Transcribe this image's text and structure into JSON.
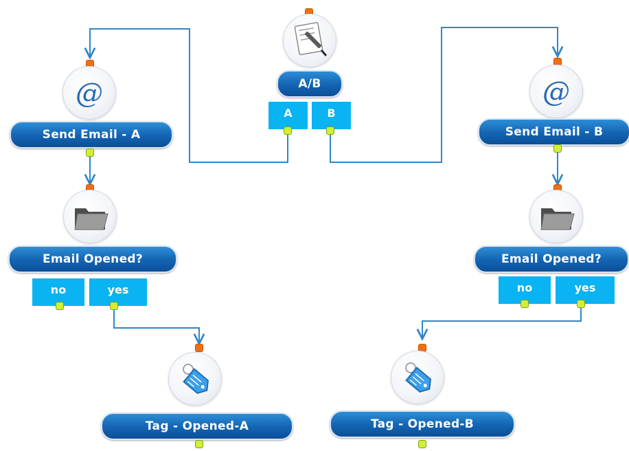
{
  "nodes": {
    "ab_split": {
      "label": "A/B",
      "icon": "notepad-pen-icon"
    },
    "send_email_a": {
      "label": "Send Email - A",
      "icon": "at-sign-icon"
    },
    "send_email_b": {
      "label": "Send Email - B",
      "icon": "at-sign-icon"
    },
    "email_opened_a": {
      "label": "Email Opened?",
      "icon": "folder-icon"
    },
    "email_opened_b": {
      "label": "Email Opened?",
      "icon": "folder-icon"
    },
    "tag_opened_a": {
      "label": "Tag - Opened-A",
      "icon": "tag-icon"
    },
    "tag_opened_b": {
      "label": "Tag - Opened-B",
      "icon": "tag-icon"
    }
  },
  "branches": {
    "ab_a": "A",
    "ab_b": "B",
    "a_no": "no",
    "a_yes": "yes",
    "b_no": "no",
    "b_yes": "yes"
  },
  "colors": {
    "wire": "#2f86c6",
    "branch_tab": "#0ab3f2",
    "input_port": "#ef6f17",
    "output_port": "#d2ef33",
    "pill_top": "#2d8ed6",
    "pill_bottom": "#0b4f98"
  }
}
